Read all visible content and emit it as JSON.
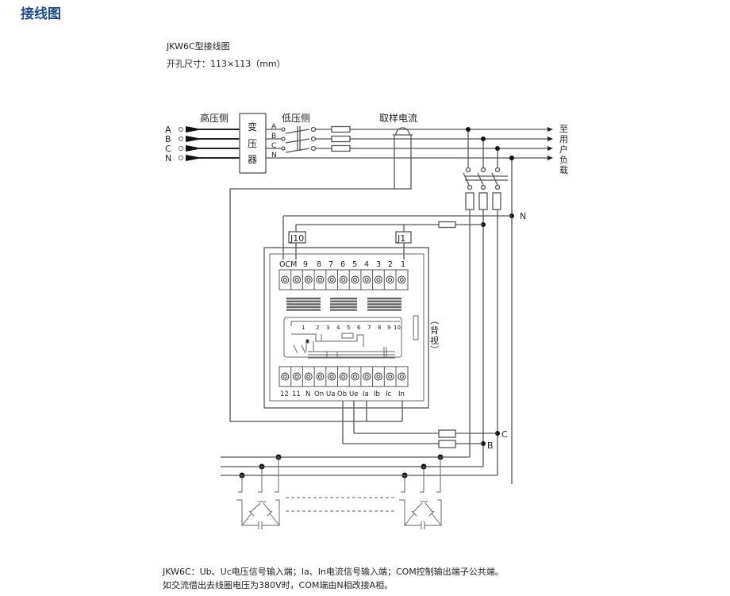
{
  "page_title": "接线图",
  "diagram": {
    "model_title": "JKW6C型接线图",
    "cutout_size": "开孔尺寸：113×113（mm）",
    "hv_side": "高压侧",
    "lv_side": "低压侧",
    "transformer": [
      "变",
      "压",
      "器"
    ],
    "current_sampling": "取样电流",
    "hv_phases": [
      "A",
      "B",
      "C",
      "N"
    ],
    "lv_phases": [
      "A",
      "B",
      "C",
      "N"
    ],
    "to_load": [
      "至",
      "用",
      "户",
      "负",
      "载"
    ],
    "neutral_label": "N",
    "b_label": "B",
    "c_label": "C",
    "j10": "J10",
    "j1": "J1",
    "top_terminals": [
      "OCM",
      "9",
      "8",
      "7",
      "6",
      "5",
      "4",
      "3",
      "2",
      "1"
    ],
    "bottom_terminals": [
      "12",
      "11",
      "N",
      "On",
      "Ua",
      "Ob",
      "Ue",
      "Ia",
      "Ib",
      "Ic",
      "In"
    ],
    "back_view": [
      "（",
      "背",
      "视",
      "）"
    ],
    "panel_numbers": [
      "1",
      "2",
      "3",
      "4",
      "5",
      "6",
      "7",
      "8",
      "9",
      "10"
    ]
  },
  "notes": [
    "JKW6C：Ub、Uc电压信号输入端；Ia、In电流信号输入端；COM控制输出端子公共端。",
    "如交流借出去线圈电压为380V时，COM端由N相改接A相。"
  ],
  "colors": {
    "title": "#1d4b8c",
    "line": "#555555"
  }
}
